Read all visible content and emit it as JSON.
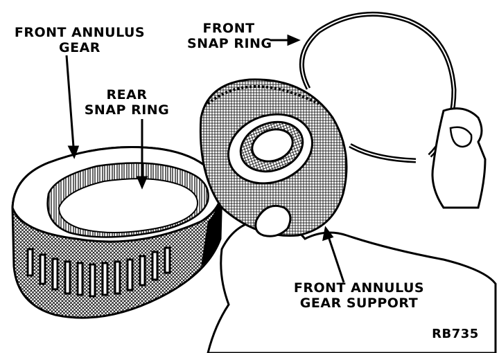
{
  "labels": {
    "front_annulus_gear": [
      "FRONT ANNULUS",
      "GEAR"
    ],
    "rear_snap_ring": [
      "REAR",
      "SNAP RING"
    ],
    "front_snap_ring": [
      "FRONT",
      "SNAP RING"
    ],
    "front_annulus_gear_support": [
      "FRONT ANNULUS",
      "GEAR SUPPORT"
    ],
    "figure_code": "RB735"
  },
  "colors": {
    "ink": "#000000",
    "paper": "#ffffff"
  },
  "icons": [
    "annulus-gear-illustration",
    "gear-support-illustration",
    "snap-ring-illustration",
    "hand-illustration"
  ]
}
